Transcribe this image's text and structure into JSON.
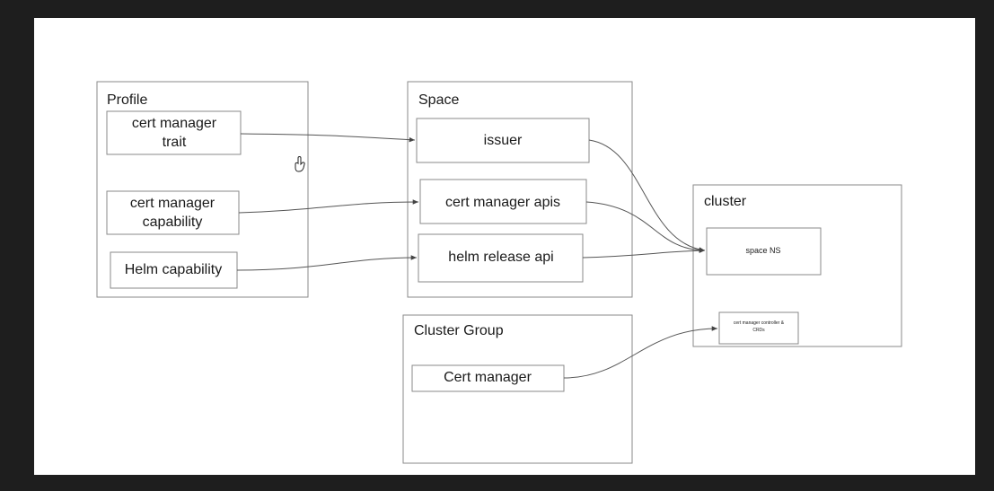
{
  "containers": {
    "profile": "Profile",
    "space": "Space",
    "cluster_group": "Cluster Group",
    "cluster": "cluster"
  },
  "nodes": {
    "cert_manager_trait": [
      "cert manager",
      "trait"
    ],
    "cert_manager_capability": [
      "cert manager",
      "capability"
    ],
    "helm_capability": [
      "Helm capability"
    ],
    "issuer": [
      "issuer"
    ],
    "cert_manager_apis": [
      "cert manager apis"
    ],
    "helm_release_api": [
      "helm release api"
    ],
    "cert_manager": [
      "Cert manager"
    ],
    "space_ns": [
      "space NS"
    ],
    "cert_manager_controller": [
      "cert manager controller &",
      "CRDs"
    ]
  },
  "colors": {
    "background": "#1e1e1e",
    "canvas": "#ffffff",
    "stroke": "#8a8a8a",
    "edge": "#555555"
  }
}
